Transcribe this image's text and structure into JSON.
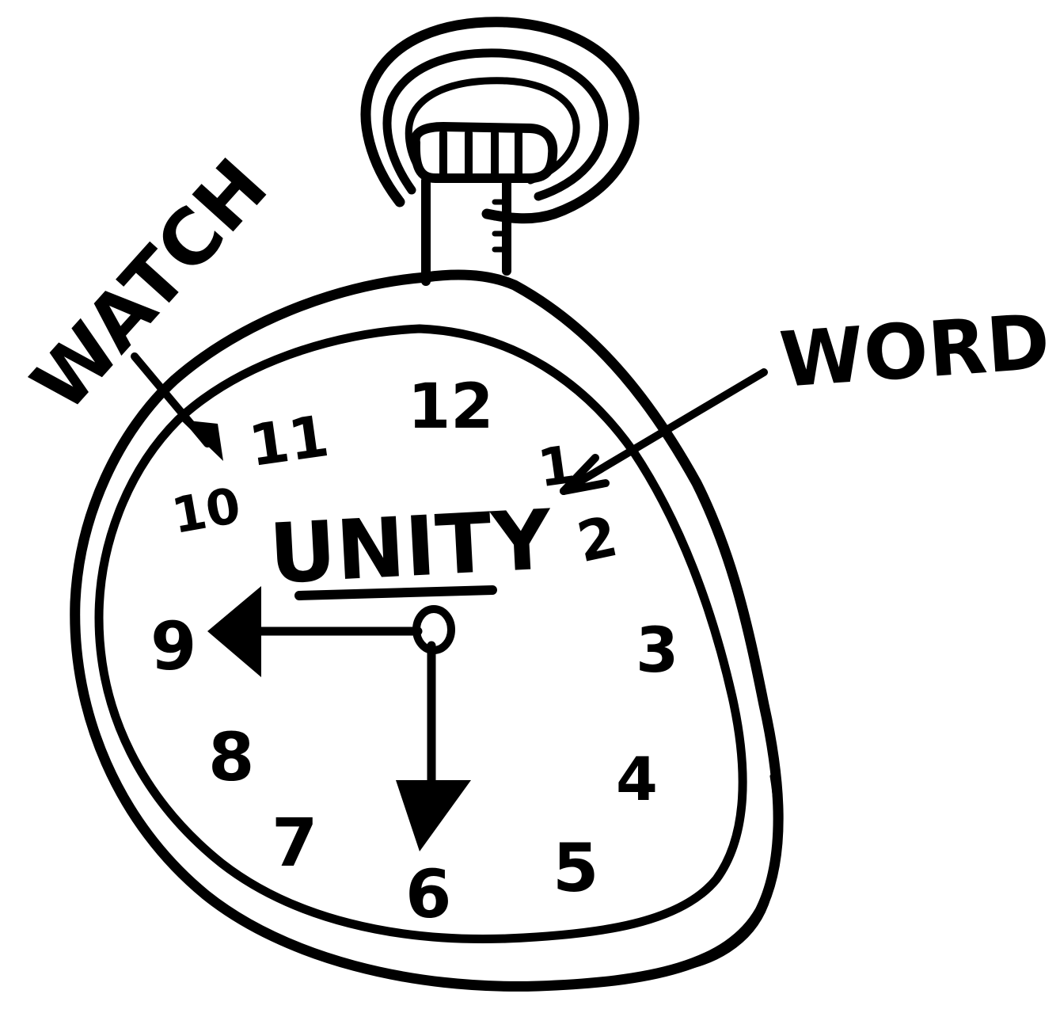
{
  "labels": {
    "watch": "WATCH",
    "word": "WORD",
    "unity": "UNITY"
  },
  "dial": {
    "numerals": [
      "12",
      "1",
      "2",
      "3",
      "4",
      "5",
      "6",
      "7",
      "8",
      "9",
      "10",
      "11"
    ]
  },
  "colors": {
    "ink": "#000000",
    "paper": "#ffffff"
  }
}
